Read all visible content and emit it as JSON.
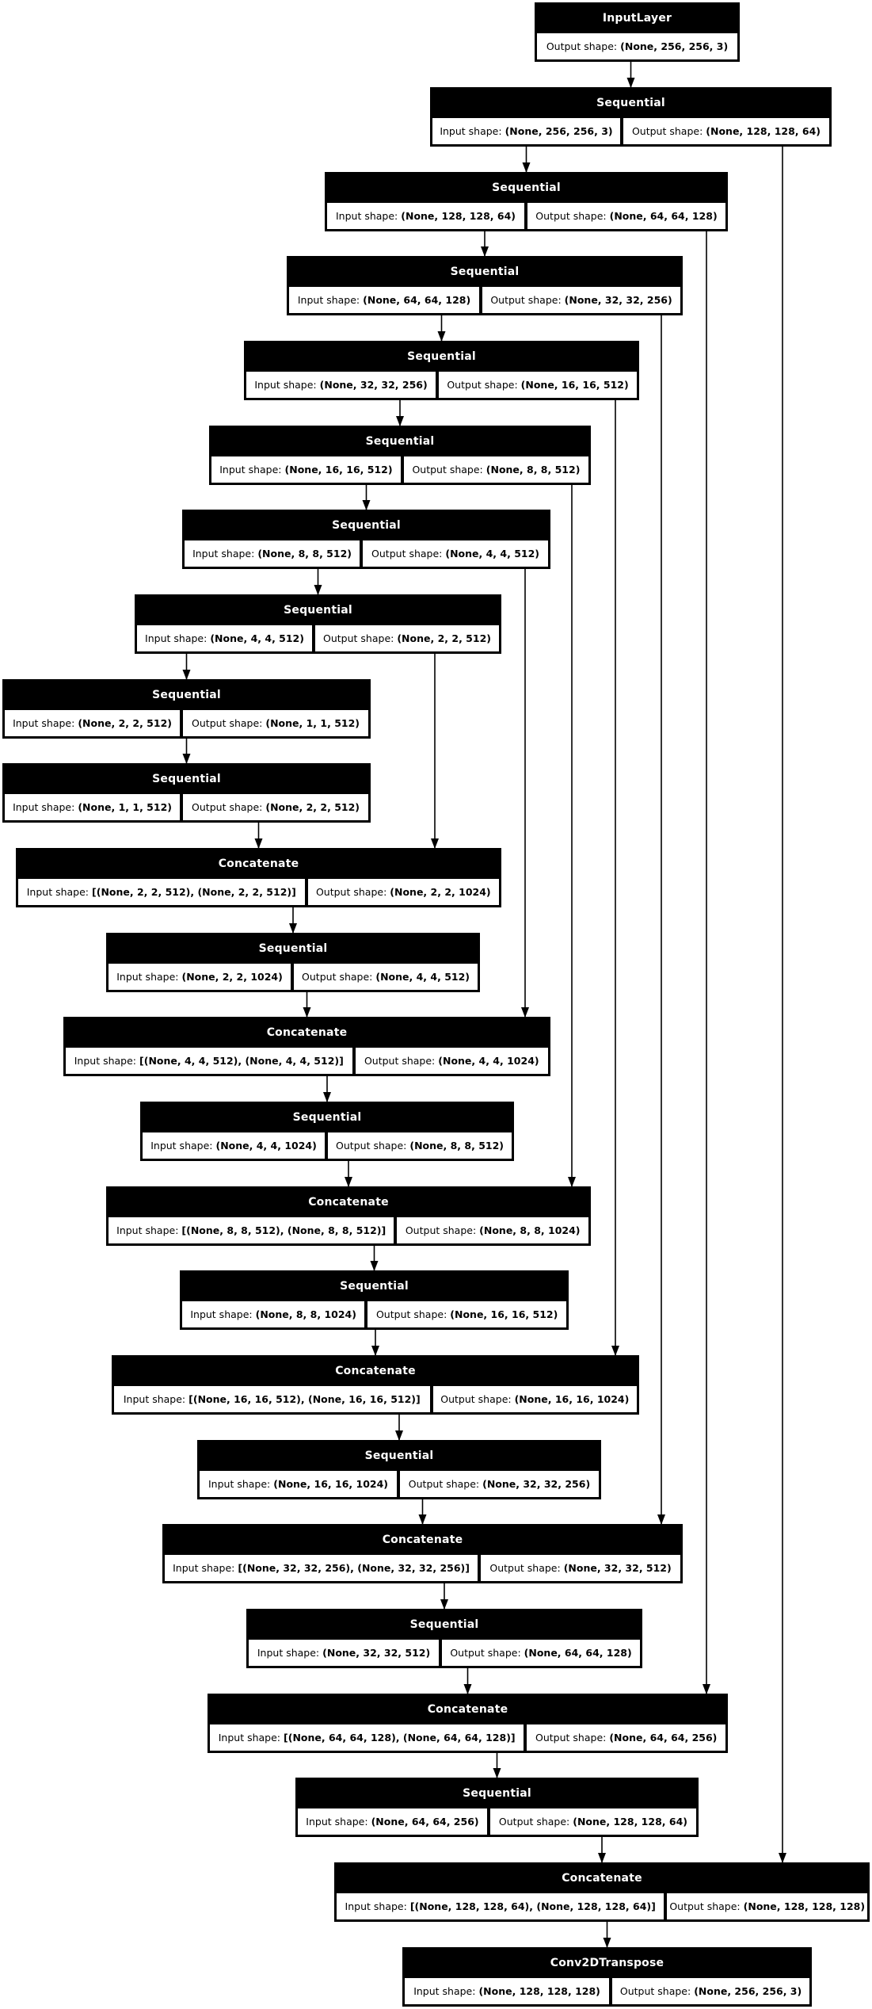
{
  "diagram": {
    "title": "Keras U-Net model architecture graph",
    "colors": {
      "background": "#ffffff",
      "node_fill": "#000000",
      "node_title_text": "#ffffff",
      "cell_fill": "#ffffff",
      "cell_text": "#000000",
      "edge": "#000000"
    }
  },
  "labels": {
    "input_prefix": "Input shape:",
    "output_prefix": "Output shape:"
  },
  "nodes": [
    {
      "title": "InputLayer",
      "input_shape": null,
      "output_shape": "(None, 256, 256, 3)"
    },
    {
      "title": "Sequential",
      "input_shape": "(None, 256, 256, 3)",
      "output_shape": "(None, 128, 128, 64)"
    },
    {
      "title": "Sequential",
      "input_shape": "(None, 128, 128, 64)",
      "output_shape": "(None, 64, 64, 128)"
    },
    {
      "title": "Sequential",
      "input_shape": "(None, 64, 64, 128)",
      "output_shape": "(None, 32, 32, 256)"
    },
    {
      "title": "Sequential",
      "input_shape": "(None, 32, 32, 256)",
      "output_shape": "(None, 16, 16, 512)"
    },
    {
      "title": "Sequential",
      "input_shape": "(None, 16, 16, 512)",
      "output_shape": "(None, 8, 8, 512)"
    },
    {
      "title": "Sequential",
      "input_shape": "(None, 8, 8, 512)",
      "output_shape": "(None, 4, 4, 512)"
    },
    {
      "title": "Sequential",
      "input_shape": "(None, 4, 4, 512)",
      "output_shape": "(None, 2, 2, 512)"
    },
    {
      "title": "Sequential",
      "input_shape": "(None, 2, 2, 512)",
      "output_shape": "(None, 1, 1, 512)"
    },
    {
      "title": "Sequential",
      "input_shape": "(None, 1, 1, 512)",
      "output_shape": "(None, 2, 2, 512)"
    },
    {
      "title": "Concatenate",
      "input_shape": "[(None, 2, 2, 512), (None, 2, 2, 512)]",
      "output_shape": "(None, 2, 2, 1024)"
    },
    {
      "title": "Sequential",
      "input_shape": "(None, 2, 2, 1024)",
      "output_shape": "(None, 4, 4, 512)"
    },
    {
      "title": "Concatenate",
      "input_shape": "[(None, 4, 4, 512), (None, 4, 4, 512)]",
      "output_shape": "(None, 4, 4, 1024)"
    },
    {
      "title": "Sequential",
      "input_shape": "(None, 4, 4, 1024)",
      "output_shape": "(None, 8, 8, 512)"
    },
    {
      "title": "Concatenate",
      "input_shape": "[(None, 8, 8, 512), (None, 8, 8, 512)]",
      "output_shape": "(None, 8, 8, 1024)"
    },
    {
      "title": "Sequential",
      "input_shape": "(None, 8, 8, 1024)",
      "output_shape": "(None, 16, 16, 512)"
    },
    {
      "title": "Concatenate",
      "input_shape": "[(None, 16, 16, 512), (None, 16, 16, 512)]",
      "output_shape": "(None, 16, 16, 1024)"
    },
    {
      "title": "Sequential",
      "input_shape": "(None, 16, 16, 1024)",
      "output_shape": "(None, 32, 32, 256)"
    },
    {
      "title": "Concatenate",
      "input_shape": "[(None, 32, 32, 256), (None, 32, 32, 256)]",
      "output_shape": "(None, 32, 32, 512)"
    },
    {
      "title": "Sequential",
      "input_shape": "(None, 32, 32, 512)",
      "output_shape": "(None, 64, 64, 128)"
    },
    {
      "title": "Concatenate",
      "input_shape": "[(None, 64, 64, 128), (None, 64, 64, 128)]",
      "output_shape": "(None, 64, 64, 256)"
    },
    {
      "title": "Sequential",
      "input_shape": "(None, 64, 64, 256)",
      "output_shape": "(None, 128, 128, 64)"
    },
    {
      "title": "Concatenate",
      "input_shape": "[(None, 128, 128, 64), (None, 128, 128, 64)]",
      "output_shape": "(None, 128, 128, 128)"
    },
    {
      "title": "Conv2DTranspose",
      "input_shape": "(None, 128, 128, 128)",
      "output_shape": "(None, 256, 256, 3)"
    }
  ],
  "edges": [
    {
      "from": 0,
      "to": 1,
      "kind": "chain"
    },
    {
      "from": 1,
      "to": 2,
      "kind": "chain"
    },
    {
      "from": 2,
      "to": 3,
      "kind": "chain"
    },
    {
      "from": 3,
      "to": 4,
      "kind": "chain"
    },
    {
      "from": 4,
      "to": 5,
      "kind": "chain"
    },
    {
      "from": 5,
      "to": 6,
      "kind": "chain"
    },
    {
      "from": 6,
      "to": 7,
      "kind": "chain"
    },
    {
      "from": 7,
      "to": 8,
      "kind": "chain"
    },
    {
      "from": 8,
      "to": 9,
      "kind": "chain"
    },
    {
      "from": 9,
      "to": 10,
      "kind": "chain"
    },
    {
      "from": 10,
      "to": 11,
      "kind": "chain"
    },
    {
      "from": 11,
      "to": 12,
      "kind": "chain"
    },
    {
      "from": 12,
      "to": 13,
      "kind": "chain"
    },
    {
      "from": 13,
      "to": 14,
      "kind": "chain"
    },
    {
      "from": 14,
      "to": 15,
      "kind": "chain"
    },
    {
      "from": 15,
      "to": 16,
      "kind": "chain"
    },
    {
      "from": 16,
      "to": 17,
      "kind": "chain"
    },
    {
      "from": 17,
      "to": 18,
      "kind": "chain"
    },
    {
      "from": 18,
      "to": 19,
      "kind": "chain"
    },
    {
      "from": 19,
      "to": 20,
      "kind": "chain"
    },
    {
      "from": 20,
      "to": 21,
      "kind": "chain"
    },
    {
      "from": 21,
      "to": 22,
      "kind": "chain"
    },
    {
      "from": 22,
      "to": 23,
      "kind": "chain"
    },
    {
      "from": 1,
      "to": 22,
      "kind": "skip"
    },
    {
      "from": 2,
      "to": 20,
      "kind": "skip"
    },
    {
      "from": 3,
      "to": 18,
      "kind": "skip"
    },
    {
      "from": 4,
      "to": 16,
      "kind": "skip"
    },
    {
      "from": 5,
      "to": 14,
      "kind": "skip"
    },
    {
      "from": 6,
      "to": 12,
      "kind": "skip"
    },
    {
      "from": 7,
      "to": 10,
      "kind": "skip"
    }
  ]
}
